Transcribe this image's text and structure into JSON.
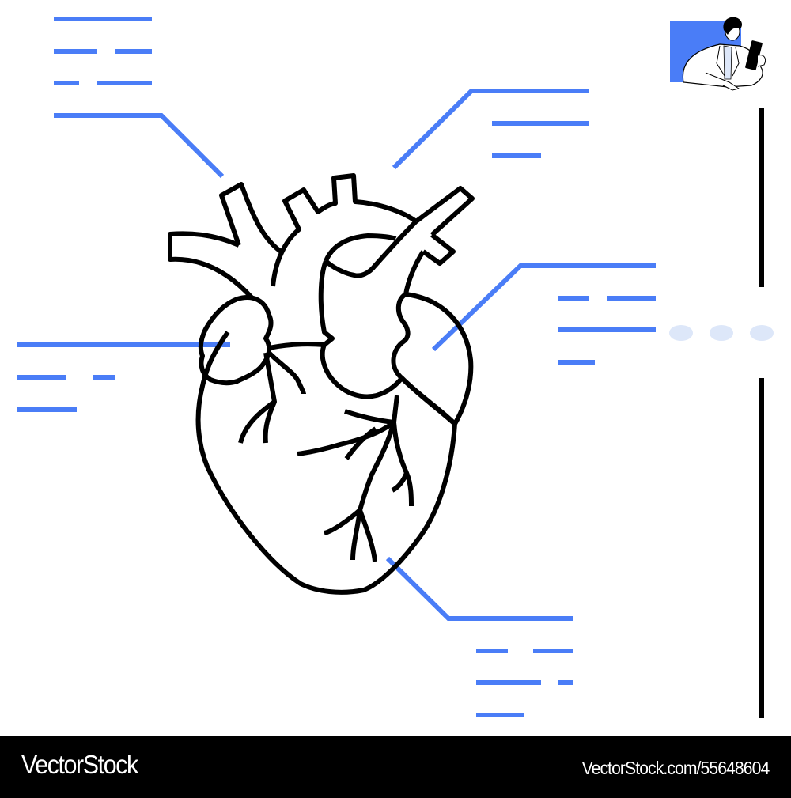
{
  "diagram": {
    "subject": "Human heart anatomy with placeholder callout labels",
    "colors": {
      "accent_blue": "#4A7DF7",
      "outline_black": "#000000",
      "dot_light_blue": "#DDE7F9",
      "background": "#FFFFFF",
      "footer_bg": "#000000"
    },
    "callouts": [
      {
        "id": "top-left",
        "position": "upper-left",
        "text_placeholder_lines": 3,
        "points_to": "superior vena cava / left branch vessels"
      },
      {
        "id": "top-center",
        "position": "upper-center-right",
        "text_placeholder_lines": 2,
        "points_to": "aortic arch"
      },
      {
        "id": "mid-right",
        "position": "right",
        "text_placeholder_lines": 3,
        "points_to": "left atrium / left side"
      },
      {
        "id": "mid-left",
        "position": "left",
        "text_placeholder_lines": 2,
        "points_to": "right atrium"
      },
      {
        "id": "bottom-right",
        "position": "lower-right",
        "text_placeholder_lines": 3,
        "points_to": "apex / ventricles"
      }
    ],
    "side_decor": {
      "vertical_bars": 2,
      "pagination_dots": 3
    },
    "illustration_icon": "doctor-with-tablet-icon"
  },
  "footer": {
    "brand": "VectorStock",
    "url": "VectorStock.com/55648604"
  }
}
